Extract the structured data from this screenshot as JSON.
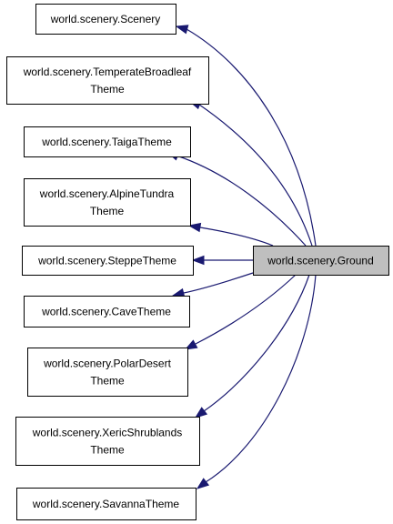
{
  "diagram": {
    "source": {
      "lines": [
        "world.scenery.Ground"
      ],
      "selected": true
    },
    "targets": [
      {
        "lines": [
          "world.scenery.Scenery"
        ]
      },
      {
        "lines": [
          "world.scenery.TemperateBroadleaf",
          "Theme"
        ]
      },
      {
        "lines": [
          "world.scenery.TaigaTheme"
        ]
      },
      {
        "lines": [
          "world.scenery.AlpineTundra",
          "Theme"
        ]
      },
      {
        "lines": [
          "world.scenery.SteppeTheme"
        ]
      },
      {
        "lines": [
          "world.scenery.CaveTheme"
        ]
      },
      {
        "lines": [
          "world.scenery.PolarDesert",
          "Theme"
        ]
      },
      {
        "lines": [
          "world.scenery.XericShrublands",
          "Theme"
        ]
      },
      {
        "lines": [
          "world.scenery.SavannaTheme"
        ]
      }
    ],
    "colors": {
      "edge": "#191970",
      "selected_fill": "#bfbfbf"
    }
  }
}
